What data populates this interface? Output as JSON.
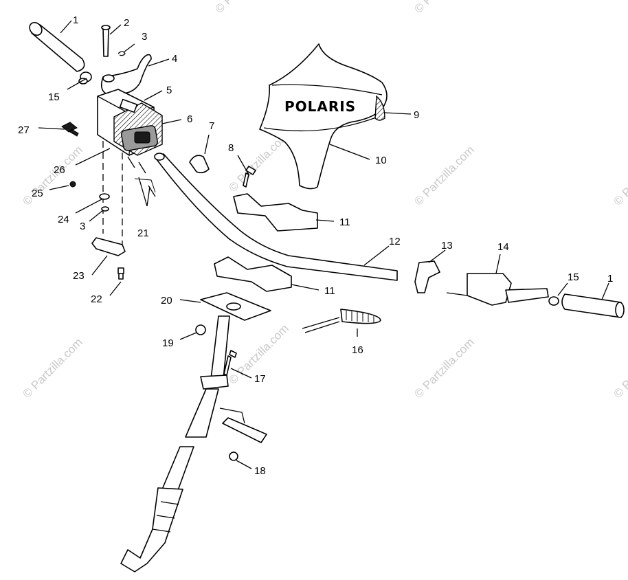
{
  "brand_label": "POLARIS",
  "watermark_text": "© Partzilla.com",
  "callouts": [
    "1",
    "2",
    "3",
    "4",
    "15",
    "5",
    "6",
    "27",
    "7",
    "26",
    "8",
    "25",
    "24",
    "3",
    "21",
    "9",
    "10",
    "11",
    "12",
    "13",
    "14",
    "15",
    "1",
    "11",
    "23",
    "22",
    "20",
    "19",
    "16",
    "17",
    "18"
  ]
}
